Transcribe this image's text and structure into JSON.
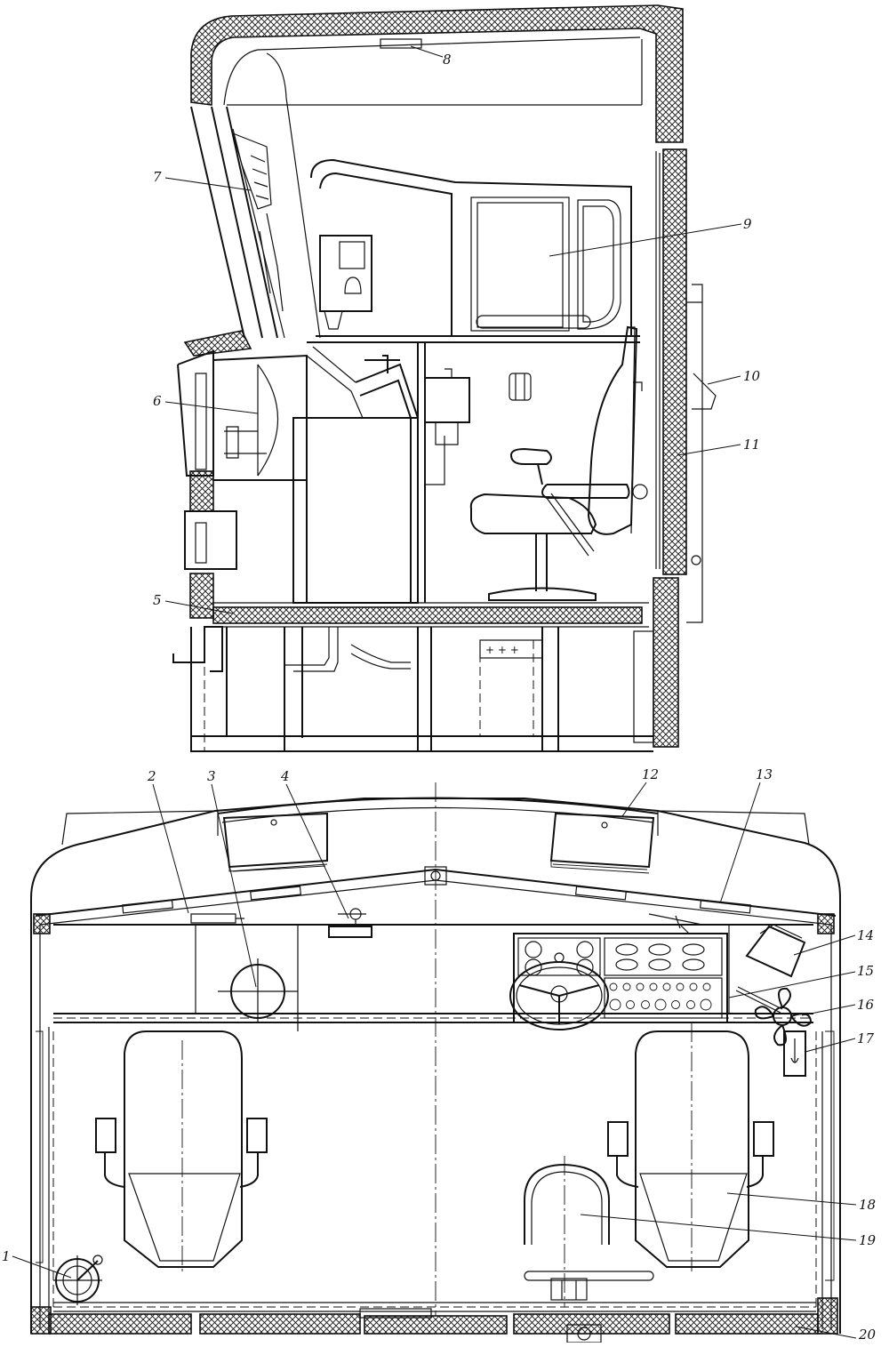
{
  "callouts": [
    {
      "id": "1",
      "label": "1"
    },
    {
      "id": "2",
      "label": "2"
    },
    {
      "id": "3",
      "label": "3"
    },
    {
      "id": "4",
      "label": "4"
    },
    {
      "id": "5",
      "label": "5"
    },
    {
      "id": "6",
      "label": "6"
    },
    {
      "id": "7",
      "label": "7"
    },
    {
      "id": "8",
      "label": "8"
    },
    {
      "id": "9",
      "label": "9"
    },
    {
      "id": "10",
      "label": "10"
    },
    {
      "id": "11",
      "label": "11"
    },
    {
      "id": "12",
      "label": "12"
    },
    {
      "id": "13",
      "label": "13"
    },
    {
      "id": "14",
      "label": "14"
    },
    {
      "id": "15",
      "label": "15"
    },
    {
      "id": "16",
      "label": "16"
    },
    {
      "id": "17",
      "label": "17"
    },
    {
      "id": "18",
      "label": "18"
    },
    {
      "id": "19",
      "label": "19"
    },
    {
      "id": "20",
      "label": "20"
    }
  ],
  "battery_marks": "+ + +"
}
